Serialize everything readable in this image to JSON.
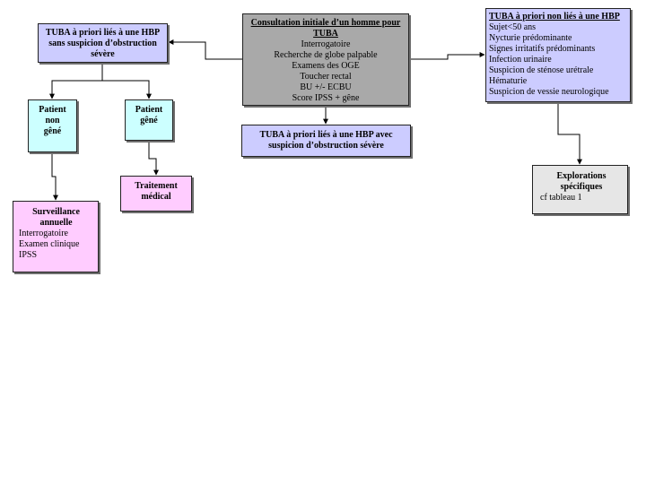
{
  "colors": {
    "grey": "#a9a9a9",
    "lavender": "#ccccff",
    "cyan": "#ccffff",
    "pink": "#ffccff",
    "lightgrey": "#e6e6e6"
  },
  "consultation": {
    "title": "Consultation initiale  d’un homme pour TUBA",
    "lines": [
      "Interrogatoire",
      "Recherche de globe palpable",
      "Examens des OGE",
      "Toucher rectal",
      "BU +/- ECBU",
      "Score IPSS + gêne"
    ]
  },
  "hbp_sans": {
    "text": "TUBA à priori liés à une HBP sans suspicion d’obstruction sévère"
  },
  "hbp_avec": {
    "text": "TUBA à priori liés à une HBP avec suspicion d’obstruction sévère"
  },
  "non_hbp": {
    "title": "TUBA à priori non liés à une HBP",
    "lines": [
      "Sujet<50 ans",
      "Nycturie prédominante",
      "Signes irritatifs prédominants",
      "Infection urinaire",
      "Suspicion de sténose urétrale",
      "Hématurie",
      "Suspicion de vessie neurologique"
    ]
  },
  "patient_non_gene": {
    "lines": [
      "Patient",
      "non",
      "gêné"
    ]
  },
  "patient_gene": {
    "lines": [
      "Patient",
      "gêné"
    ]
  },
  "traitement": {
    "text": "Traitement médical"
  },
  "surveillance": {
    "title": "Surveillance annuelle",
    "lines": [
      "Interrogatoire",
      "Examen clinique",
      "IPSS"
    ]
  },
  "explorations": {
    "title": "Explorations spécifiques",
    "note": "cf tableau 1"
  }
}
